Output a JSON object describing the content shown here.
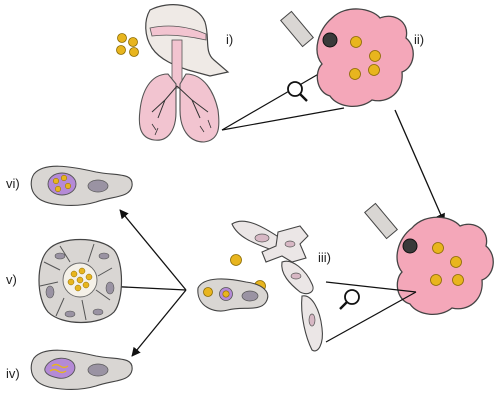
{
  "labels": {
    "i": "i)",
    "ii": "ii)",
    "iii": "iii)",
    "iv": "iv)",
    "v": "v)",
    "vi": "vi)"
  },
  "icons": [
    "magnifier-icon",
    "magnifier-icon"
  ],
  "colors": {
    "alveolus": "#f4a7b9",
    "bacteria": "#e8b51e",
    "cell": "#d9d6d3",
    "nucleus": "#9a93a3",
    "infected_vacuole": "#b48ad6",
    "lung": "#f2c4d0"
  }
}
